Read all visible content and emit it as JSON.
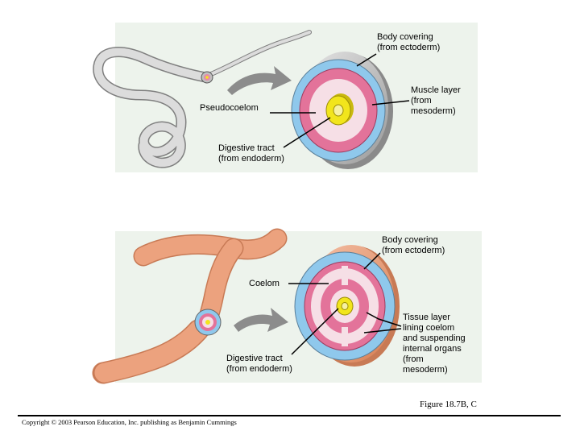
{
  "top_figure": {
    "labels": {
      "body_covering": "Body covering\n(from ectoderm)",
      "muscle_layer": "Muscle layer\n(from\nmesoderm)",
      "pseudocoelom": "Pseudocoelom",
      "digestive_tract": "Digestive tract\n(from endoderm)"
    }
  },
  "bottom_figure": {
    "labels": {
      "body_covering": "Body covering\n(from ectoderm)",
      "coelom": "Coelom",
      "tissue_layer": "Tissue layer\nlining coelom\nand suspending\ninternal organs\n(from\nmesoderm)",
      "digestive_tract": "Digestive tract\n(from endoderm)"
    }
  },
  "caption": "Figure 18.7B, C",
  "copyright": "Copyright © 2003 Pearson Education, Inc. publishing as Benjamin Cummings",
  "colors": {
    "panel_bg": "#edf3ec",
    "ectoderm_blue": "#8fc8ec",
    "mesoderm_pink": "#e3739a",
    "endoderm_yellow": "#f2e51c",
    "coelom_fill": "#f6dfe6",
    "roundworm_gray": "#d4d4d4",
    "earthworm_orange": "#eca27e"
  }
}
